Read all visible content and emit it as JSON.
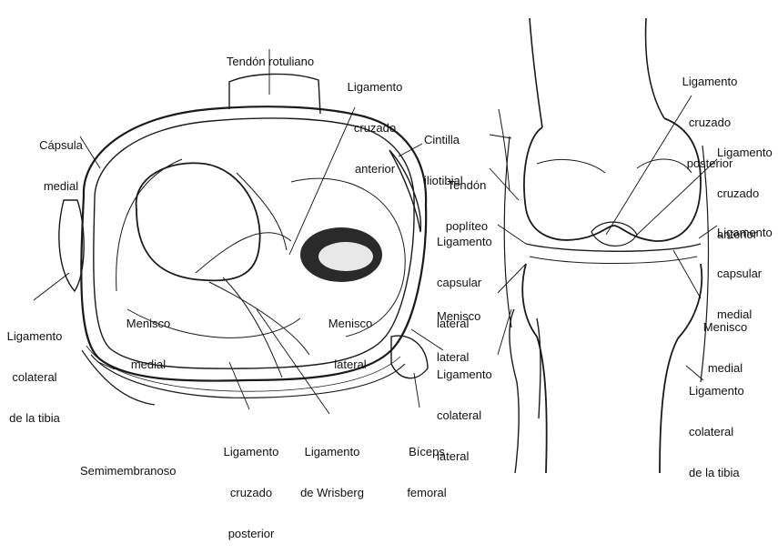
{
  "left_view": {
    "labels": {
      "tendon_rotuliano": [
        "Tendón rotuliano"
      ],
      "lig_cruzado_anterior": [
        "Ligamento",
        "cruzado",
        "anterior"
      ],
      "capsula_medial": [
        "Cápsula",
        "medial"
      ],
      "cintilla_iliotibial": [
        "Cintilla",
        "iliotibial"
      ],
      "menisco_medial": [
        "Menisco",
        "medial"
      ],
      "menisco_lateral": [
        "Menisco",
        "lateral"
      ],
      "lig_colateral_tibia": [
        "Ligamento",
        "colateral",
        "de la tibia"
      ],
      "semimembranoso": [
        "Semimembranoso"
      ],
      "lig_cruzado_posterior": [
        "Ligamento",
        "cruzado",
        "posterior"
      ],
      "lig_wrisberg": [
        "Ligamento",
        "de Wrisberg"
      ],
      "biceps_femoral": [
        "Bíceps",
        "femoral"
      ]
    }
  },
  "right_view": {
    "labels": {
      "lig_cruzado_posterior": [
        "Ligamento",
        "cruzado",
        "posterior"
      ],
      "tendon_popliteo": [
        "Tendón",
        "poplíteo"
      ],
      "lig_cruzado_anterior": [
        "Ligamento",
        "cruzado",
        "anterior"
      ],
      "lig_capsular_lateral": [
        "Ligamento",
        "capsular",
        "lateral"
      ],
      "lig_capsular_medial": [
        "Ligamento",
        "capsular",
        "medial"
      ],
      "menisco_lateral": [
        "Menisco",
        "lateral"
      ],
      "menisco_medial": [
        "Menisco",
        "medial"
      ],
      "lig_colateral_lateral": [
        "Ligamento",
        "colateral",
        "lateral"
      ],
      "lig_colateral_tibia": [
        "Ligamento",
        "colateral",
        "de la tibia"
      ]
    }
  }
}
